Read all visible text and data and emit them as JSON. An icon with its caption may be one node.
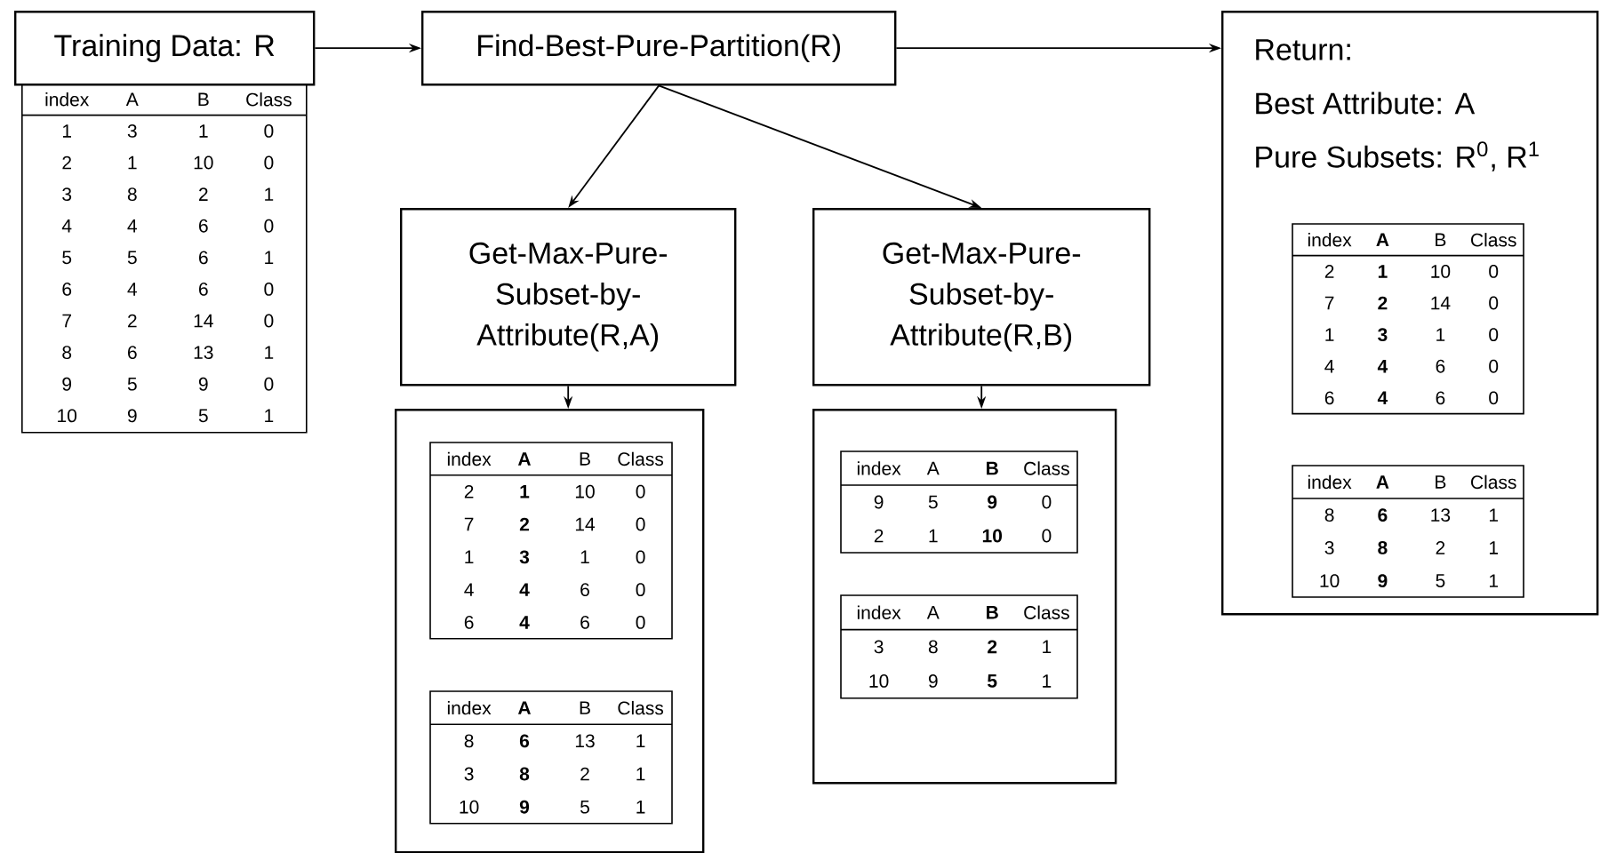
{
  "diagram": {
    "nodes": [
      {
        "text": [
          "Training Data: R"
        ]
      },
      {
        "text": [
          "Find-Best-Pure-Partition(R)"
        ]
      },
      {
        "text": [
          "Return:",
          "Best Attribute: A",
          "Pure Subsets: R$^{0}$, R$^{1}$"
        ]
      },
      {
        "text": [
          "Get-Max-Pure-Subset-by-Attribute(R,A)"
        ]
      },
      {
        "text": [
          "Get-Max-Pure-Subset-by-Attribute(R,B)"
        ]
      },
      {
        "text": [],
        "shape": "box"
      },
      {
        "text": [],
        "shape": "box"
      },
      {
        "text": [],
        "shape": "box"
      }
    ],
    "edges": [
      {
        "from": 0,
        "to": 1,
        "arrow": "to"
      },
      {
        "from": 1,
        "to": 2,
        "arrow": "to"
      },
      {
        "from": 1,
        "to": 3,
        "arrow": "to"
      },
      {
        "from": 1,
        "to": 4,
        "arrow": "to"
      },
      {
        "from": 3,
        "to": 5,
        "arrow": "to"
      },
      {
        "from": 4,
        "to": 6,
        "arrow": "to"
      }
    ],
    "labels": [
      "index",
      "A",
      "B",
      "Class",
      "1",
      "3",
      "1",
      "0",
      "2",
      "1",
      "10",
      "0",
      "3",
      "8",
      "2",
      "1",
      "4",
      "4",
      "6",
      "0",
      "5",
      "5",
      "6",
      "1",
      "6",
      "4",
      "6",
      "0",
      "7",
      "2",
      "14",
      "0",
      "8",
      "6",
      "13",
      "1",
      "9",
      "5",
      "9",
      "0",
      "10",
      "9",
      "5",
      "1",
      "index",
      "**A**",
      "B",
      "Class",
      "2",
      "**1**",
      "10",
      "0",
      "7",
      "**2**",
      "14",
      "0",
      "1",
      "**3**",
      "1",
      "0",
      "4",
      "**4**",
      "6",
      "0",
      "6",
      "**4**",
      "6",
      "0",
      "index",
      "**A**",
      "B",
      "Class",
      "8",
      "**6**",
      "13",
      "1",
      "3",
      "**8**",
      "2",
      "1",
      "10",
      "**9**",
      "5",
      "1",
      "index",
      "A",
      "**B**",
      "Class",
      "9",
      "5",
      "**9**",
      "0",
      "2",
      "1",
      "**10**",
      "0",
      "index",
      "A",
      "**B**",
      "Class",
      "3",
      "8",
      "**2**",
      "1",
      "10",
      "9",
      "**5**",
      "1",
      "index",
      "**A**",
      "B",
      "Class",
      "2",
      "**1**",
      "10",
      "0",
      "7",
      "**2**",
      "14",
      "0",
      "1",
      "**3**",
      "1",
      "0",
      "4",
      "**4**",
      "6",
      "0",
      "6",
      "**4**",
      "6",
      "0",
      "index",
      "**A**",
      "B",
      "Class",
      "8",
      "**6**",
      "13",
      "1",
      "3",
      "**8**",
      "2",
      "1",
      "10",
      "**9**",
      "5",
      "1"
    ]
  }
}
